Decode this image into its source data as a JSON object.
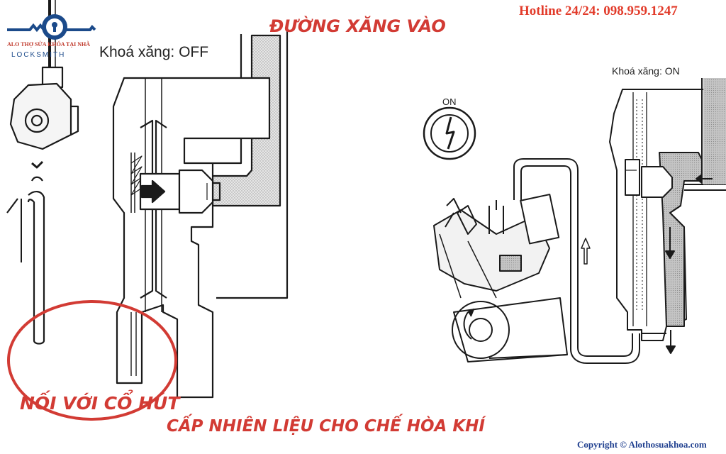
{
  "brand": {
    "name_line1": "ALO THỢ SỬA KHÓA TẠI NHÀ",
    "name_line2": "LOCKSMITH"
  },
  "header": {
    "hotline": "Hotline 24/24: 098.959.1247"
  },
  "left_diagram": {
    "valve_state_label": "Khoá xăng: OFF",
    "fuel_inlet_label": "ĐƯỜNG XĂNG VÀO",
    "vacuum_label": "NỐI VỚI CỔ HÚT",
    "carb_supply_label": "CẤP NHIÊN LIỆU CHO CHẾ HÒA KHÍ"
  },
  "right_diagram": {
    "valve_state_label": "Khoá xăng: ON",
    "ignition_label": "ON"
  },
  "footer": {
    "copyright": "Copyright © Alothosuakhoa.com"
  },
  "colors": {
    "accent_red": "#e23b2a",
    "brand_blue": "#1b4a8a",
    "fuel_fill": "#c8c8c8"
  }
}
